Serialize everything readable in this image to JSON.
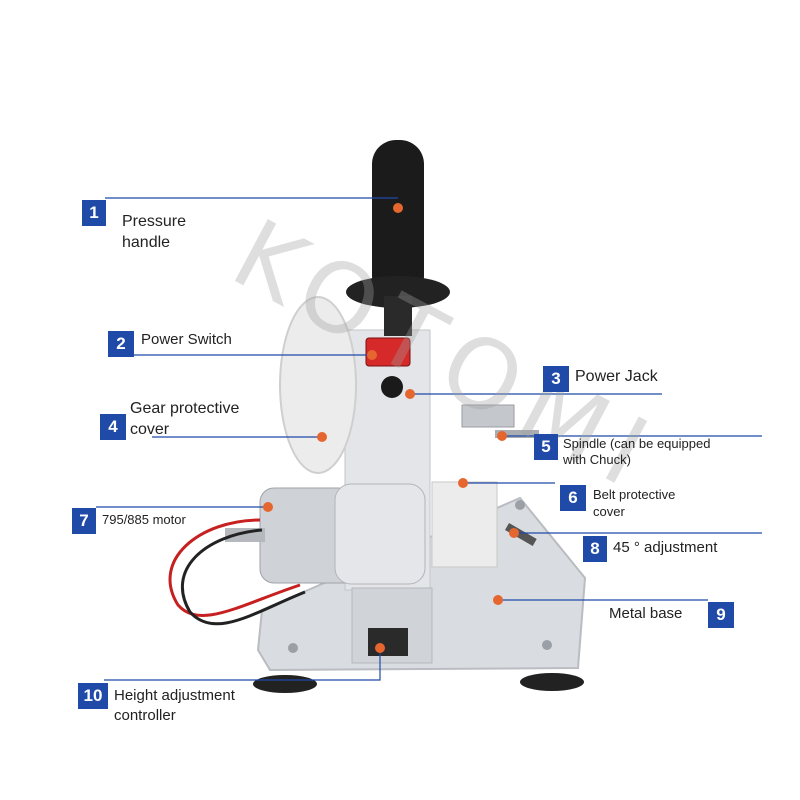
{
  "callouts": [
    {
      "num": "1",
      "text": "Pressure\nhandle"
    },
    {
      "num": "2",
      "text": "Power Switch"
    },
    {
      "num": "3",
      "text": "Power Jack"
    },
    {
      "num": "4",
      "text": "Gear protective\ncover"
    },
    {
      "num": "5",
      "text": "Spindle (can be equipped\nwith Chuck)"
    },
    {
      "num": "6",
      "text": "Belt protective\ncover"
    },
    {
      "num": "7",
      "text": "795/885 motor"
    },
    {
      "num": "8",
      "text": "45 ° adjustment"
    },
    {
      "num": "9",
      "text": "Metal base"
    },
    {
      "num": "10",
      "text": "Height adjustment\ncontroller"
    }
  ],
  "watermark": "KOTOMI",
  "colors": {
    "badge": "#1f4aa8",
    "dot": "#e5672f",
    "line": "#1f4aa8"
  }
}
